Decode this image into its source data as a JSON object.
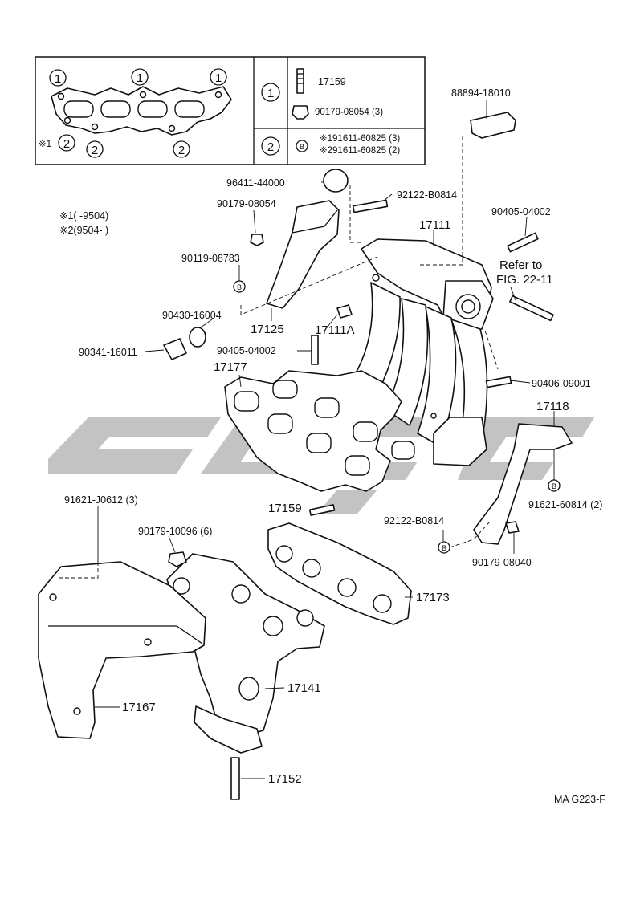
{
  "legend_box": {
    "callout_1": "1",
    "callout_2": "2",
    "star_prefix": "※1",
    "row1_marker": "1",
    "row1_part_a": "17159",
    "row1_part_b": "90179-08054 (3)",
    "row2_marker": "2",
    "row2_bolt_marker": "B",
    "row2_part_a": "※191611-60825 (3)",
    "row2_part_b": "※291611-60825 (2)"
  },
  "notes": {
    "note1": "※1(      -9504)",
    "note2": "※2(9504-       )"
  },
  "parts": {
    "p88894": "88894-18010",
    "p96411": "96411-44000",
    "p92122_top": "92122-B0814",
    "p90179_08054": "90179-08054",
    "p17111": "17111",
    "p90405_top": "90405-04002",
    "refer_line1": "Refer to",
    "refer_line2": "FIG. 22-11",
    "p90119": "90119-08783",
    "p90430": "90430-16004",
    "p17125": "17125",
    "p17111A": "17111A",
    "p90341": "90341-16011",
    "p90405_mid": "90405-04002",
    "p17177": "17177",
    "p90406": "90406-09001",
    "p17118": "17118",
    "p91621_j0612": "91621-J0612 (3)",
    "p17159": "17159",
    "p91621_60814": "91621-60814 (2)",
    "p90179_10096": "90179-10096 (6)",
    "p92122_bot": "92122-B0814",
    "p90179_08040": "90179-08040",
    "p17173": "17173",
    "p17141": "17141",
    "p17167": "17167",
    "p17152": "17152",
    "bolt_marker": "B"
  },
  "figure_code": "MA G223-F",
  "watermark_color": "#b9b9b9"
}
